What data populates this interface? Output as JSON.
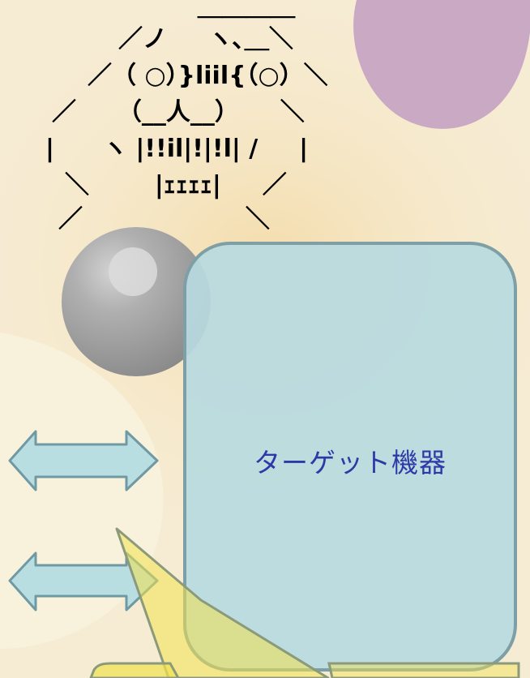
{
  "ascii_art": {
    "lines": [
      "＿＿＿＿",
      "／ノ 　 ヽ､＿＼",
      "／（ ○）}liil{（○）＼",
      "／ 　 （__人__） 　 ＼",
      "|　　ヽ |!!il|!|!l| / 　 |",
      "＼ 　　 |ｪｪｪｪ| 　 ／",
      "／ 　　　　　　 ＼"
    ]
  },
  "target_box": {
    "label": "ターゲット機器"
  },
  "arrows": {
    "count": 2,
    "direction": "bidirectional"
  },
  "colors": {
    "background": "#f6ecd4",
    "box_fill": "#b7dadf",
    "box_border": "#7f9fa6",
    "label_text": "#2e38a6",
    "arrow_fill": "#b9dee2",
    "arrow_border": "#6f9aa3",
    "callout_fill": "#f2e24d",
    "gray_orb": "#a7a7a7",
    "purple_blob": "#c9a9c4"
  }
}
